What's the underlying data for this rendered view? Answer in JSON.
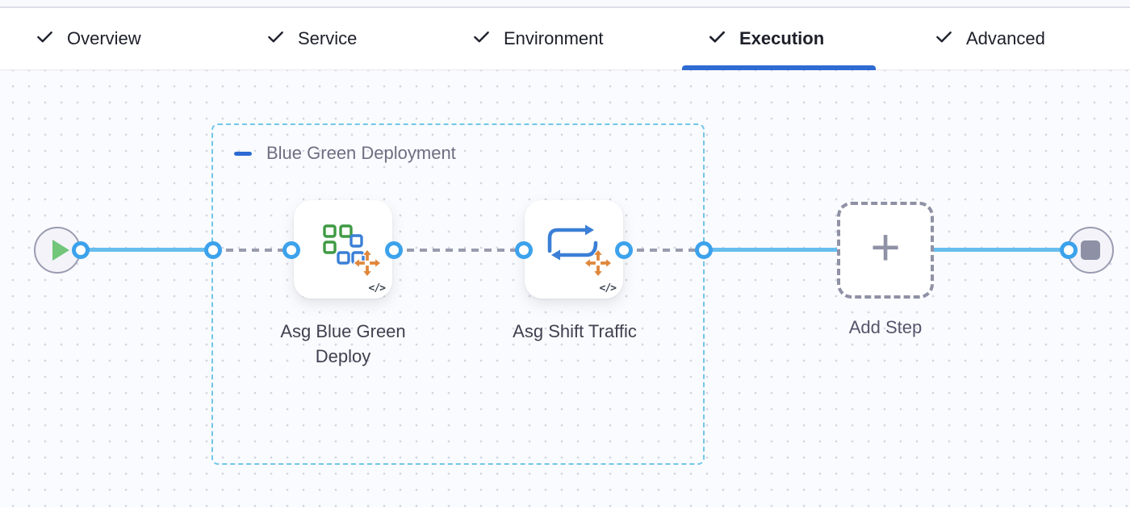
{
  "tab_bar": {
    "active_tab": "Execution",
    "tabs": [
      {
        "label": "Overview"
      },
      {
        "label": "Service"
      },
      {
        "label": "Environment"
      },
      {
        "label": "Execution"
      },
      {
        "label": "Advanced"
      }
    ]
  },
  "canvas": {
    "stage_group": {
      "label": "Blue Green Deployment"
    },
    "steps": [
      {
        "name": "Asg Blue Green Deploy",
        "code_badge": "</>"
      },
      {
        "name": "Asg Shift Traffic",
        "code_badge": "</>"
      }
    ],
    "add_step": {
      "label": "Add Step",
      "plus": "+"
    }
  },
  "colors": {
    "accent_blue": "#2e6bd3",
    "connector_blue": "#67bdee",
    "port_blue": "#3ca2ec",
    "group_border_teal": "#70c6ea",
    "dashed_connector_gray": "#999cae",
    "start_green": "#72c67a",
    "stop_gray": "#8e90a5",
    "icon_green": "#3f9a44",
    "icon_blue": "#3b7fd6",
    "icon_orange": "#e0873c"
  }
}
